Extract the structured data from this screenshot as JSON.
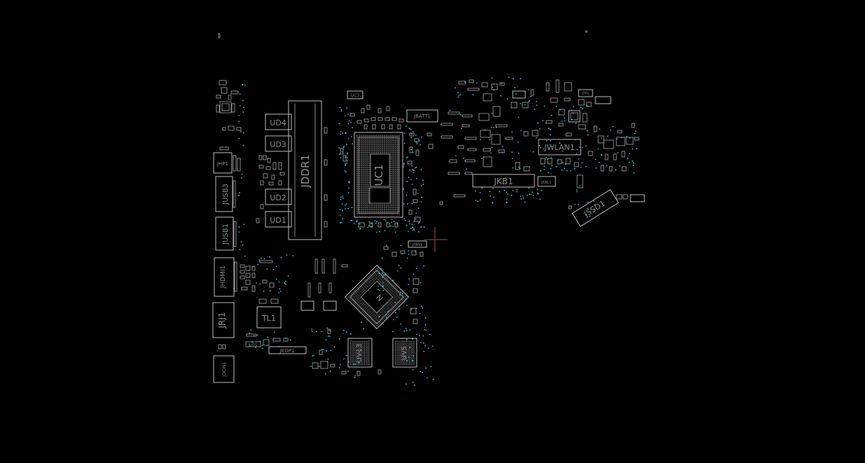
{
  "viewer": {
    "background_color": "#000000",
    "outline_color": "#bdbdbd",
    "label_color": "#8a8a8a",
    "via_color": "#3fb7c9",
    "cursor_color": "#a24a55"
  },
  "components": {
    "jddr1": "JDDR1",
    "ud4": "UD4",
    "ud3": "UD3",
    "ud2": "UD2",
    "ud1": "UD1",
    "uc1": "UC1",
    "uc3": "UC3",
    "jbatt1": "JBATT1",
    "jhp1": "JHP1",
    "jusb3": "JUSB3",
    "jusb1": "JUSB1",
    "jhdmi1": "JHDMI1",
    "jrj1": "JRJ1",
    "tl1": "TL1",
    "jedp1": "JEDP1",
    "jdcin1": "JDCIN1",
    "jfan1": "JFAN1",
    "uv13": "UV13",
    "uv5": "UV5",
    "jkb1": "JKB1",
    "jwlan1": "JWLAN1",
    "jssd1": "JSSD1",
    "jkbl1": "JKBL1",
    "jtp1": "JTP1"
  }
}
